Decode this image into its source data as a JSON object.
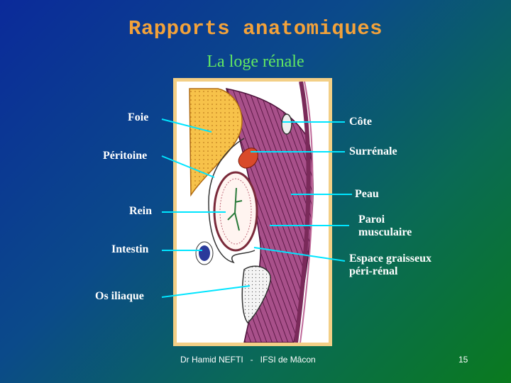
{
  "title": "Rapports anatomiques",
  "subtitle": "La loge rénale",
  "labels": {
    "foie": "Foie",
    "peritoine": "Péritoine",
    "rein": "Rein",
    "intestin": "Intestin",
    "os_iliaque": "Os iliaque",
    "cote": "Côte",
    "surrenale": "Surrénale",
    "peau": "Peau",
    "paroi_line1": "Paroi",
    "paroi_line2": "musculaire",
    "espace_line1": "Espace graisseux",
    "espace_line2": "péri-rénal"
  },
  "footer": {
    "author": "Dr Hamid NEFTI   -   IFSI de Mâcon",
    "page": "15"
  },
  "colors": {
    "title": "#f3a23a",
    "subtitle": "#62e862",
    "leader": "#00e5ff",
    "frame": "#f3cf86",
    "muscle": "#7a2a5a",
    "liver": "#f7c24a",
    "adrenal": "#d94a2a",
    "intestine": "#2a3a9a"
  }
}
